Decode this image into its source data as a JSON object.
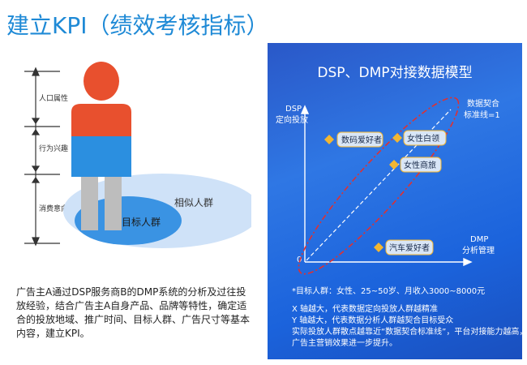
{
  "title": "建立KPI（绩效考核指标）",
  "left": {
    "labels": {
      "population": "人口属性",
      "interest": "行为兴趣",
      "intent": "消费意向"
    },
    "ellipses": {
      "target": "目标人群",
      "similar": "相似人群"
    },
    "description": "广告主A通过DSP服务商B的DMP系统的分析及过往投放经验，结合广告主A自身产品、品牌等特性，确定适合的投放地域、推广时间、目标人群、广告尺寸等基本内容，建立KPI。"
  },
  "panel": {
    "title": "DSP、DMP对接数据模型",
    "y_axis_label": [
      "DSP",
      "定向投放"
    ],
    "x_axis_label": [
      "DMP",
      "分析管理"
    ],
    "origin_label": "0",
    "baseline_label": [
      "数据契合",
      "标准线=1"
    ],
    "points": [
      {
        "label": "数码爱好者"
      },
      {
        "label": "女性白领"
      },
      {
        "label": "女性商旅"
      },
      {
        "label": "汽车爱好者"
      }
    ],
    "notes": [
      "*目标人群：女性、25~50岁、月收入3000~8000元",
      "X 轴越大，代表数据定向投放人群越精准",
      "Y 轴越大，代表数据分析人群越契合目标受众",
      "实际投放人群散点越靠近“数据契合标准线”，平台对接能力越高，",
      "广告主营销效果进一步提升。"
    ]
  },
  "colors": {
    "title": "#1f8ad6",
    "panel": "#2a66d8",
    "point": "#f2b632",
    "ellipse_dash": "#e03030",
    "person_red": "#e8502e",
    "person_blue": "#2b8fe0",
    "person_gray": "#bdbdbd"
  }
}
